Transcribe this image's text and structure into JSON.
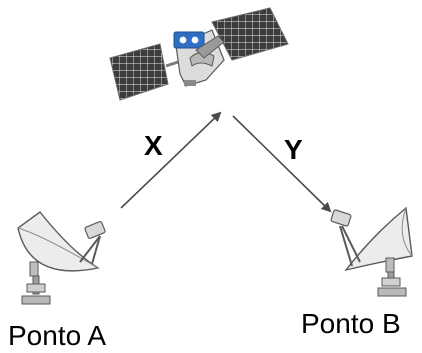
{
  "diagram": {
    "path_labels": {
      "uplink": "X",
      "downlink": "Y"
    },
    "points": {
      "source": "Ponto A",
      "destination": "Ponto B"
    },
    "icons": {
      "satellite": "satellite-icon",
      "dish_a": "satellite-dish-icon",
      "dish_b": "satellite-dish-icon"
    },
    "colors": {
      "panel": "#3c3c3c",
      "panel_grid": "#f2f2f2",
      "body": "#dcdcdc",
      "accent": "#2f6ec2",
      "arrow": "#4a4a4a",
      "dish": "#ececec",
      "outline": "#5a5a5a"
    }
  }
}
